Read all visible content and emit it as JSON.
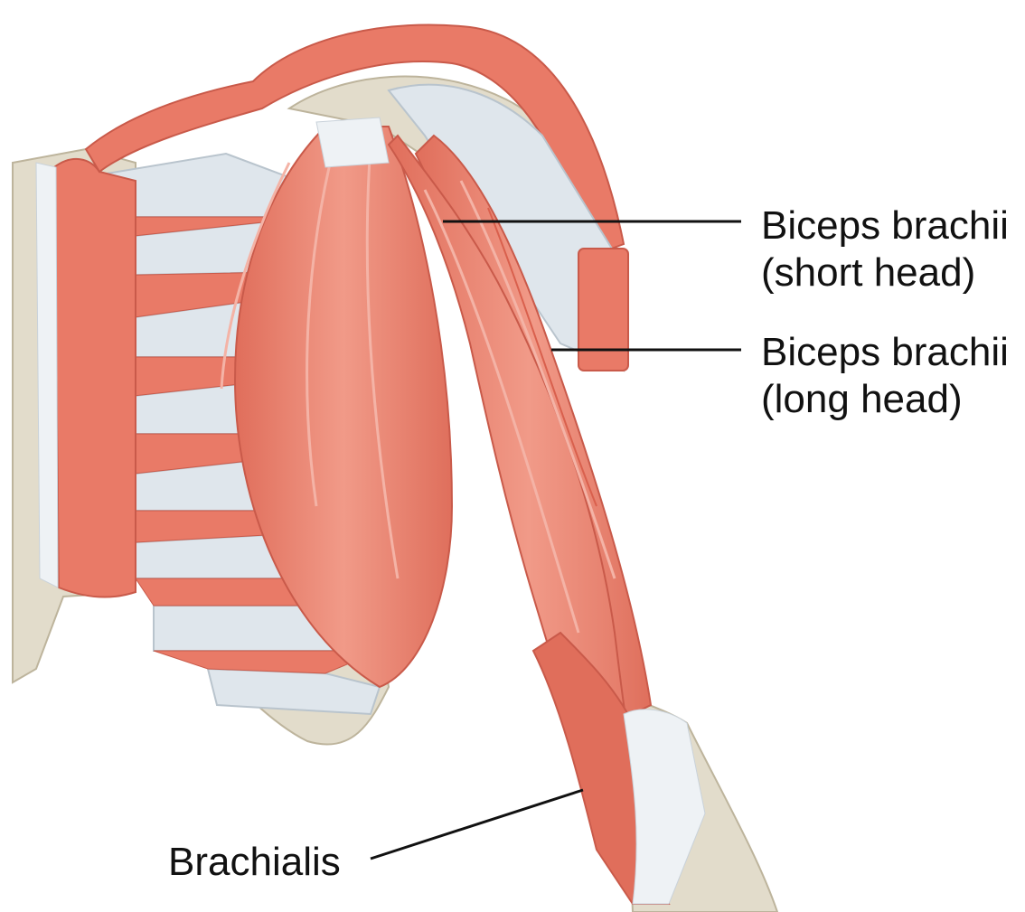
{
  "labels": {
    "biceps_short": {
      "line1": "Biceps brachii",
      "line2": "(short head)"
    },
    "biceps_long": {
      "line1": "Biceps brachii",
      "line2": "(long head)"
    },
    "brachialis": "Brachialis"
  },
  "colors": {
    "muscle": "#e97a67",
    "muscle_light": "#f1a08f",
    "muscle_dark": "#c95a4a",
    "tendon": "#dfe6ec",
    "bone": "#e2dccb",
    "bone_outline": "#bdb49c",
    "leader_line": "#111111"
  }
}
